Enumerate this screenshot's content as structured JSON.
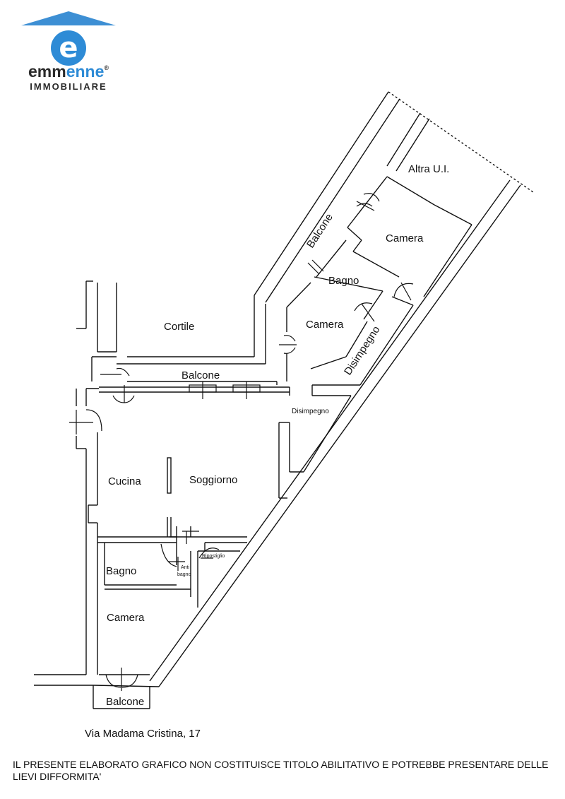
{
  "logo": {
    "brand": "emmenne",
    "brand_part1": "emm",
    "brand_part2": "enne",
    "subtitle": "IMMOBILIARE",
    "registered_mark": "®",
    "colors": {
      "roof": "#3d8fd4",
      "accent": "#2e8bd6",
      "dark": "#2b2b2b"
    }
  },
  "rooms": {
    "altra_ui": "Altra U.I.",
    "camera_top": "Camera",
    "balcone_upper": "Balcone",
    "bagno_upper": "Bagno",
    "camera_mid": "Camera",
    "disimpegno_upper": "Disimpegno",
    "cortile": "Cortile",
    "balcone_mid": "Balcone",
    "disimpegno_small": "Disimpegno",
    "cucina": "Cucina",
    "soggiorno": "Soggiorno",
    "bagno_lower": "Bagno",
    "antibagno_1": "Anti",
    "antibagno_2": "bagno",
    "ripostiglio": "Ripostiglio",
    "camera_lower": "Camera",
    "balcone_lower": "Balcone"
  },
  "address": "Via Madama Cristina, 17",
  "disclaimer": "IL PRESENTE ELABORATO GRAFICO NON COSTITUISCE TITOLO ABILITATIVO E POTREBBE PRESENTARE DELLE LIEVI DIFFORMITA'"
}
